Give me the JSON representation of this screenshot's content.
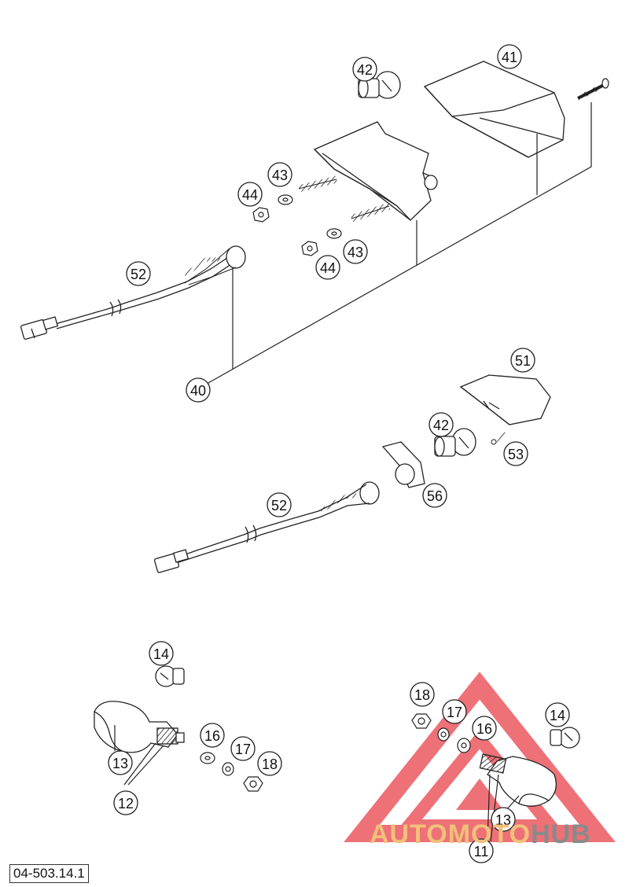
{
  "callouts": {
    "c41": "41",
    "c42a": "42",
    "c43a": "43",
    "c44a": "44",
    "c43b": "43",
    "c44b": "44",
    "c52a": "52",
    "c40": "40",
    "c51": "51",
    "c42b": "42",
    "c53": "53",
    "c56": "56",
    "c52b": "52",
    "c14a": "14",
    "c13a": "13",
    "c12": "12",
    "c16a": "16",
    "c17a": "17",
    "c18a": "18",
    "c18b": "18",
    "c17b": "17",
    "c16b": "16",
    "c14b": "14",
    "c13b": "13",
    "c11": "11"
  },
  "diagram_code": "04-503.14.1",
  "watermark": {
    "part_a": "AUTOMOTO",
    "part_b": "HUB"
  },
  "colors": {
    "line": "#222222",
    "watermark_red": "#e8424a",
    "watermark_orange": "#f2c07a",
    "watermark_gray": "#8a8a8a"
  }
}
